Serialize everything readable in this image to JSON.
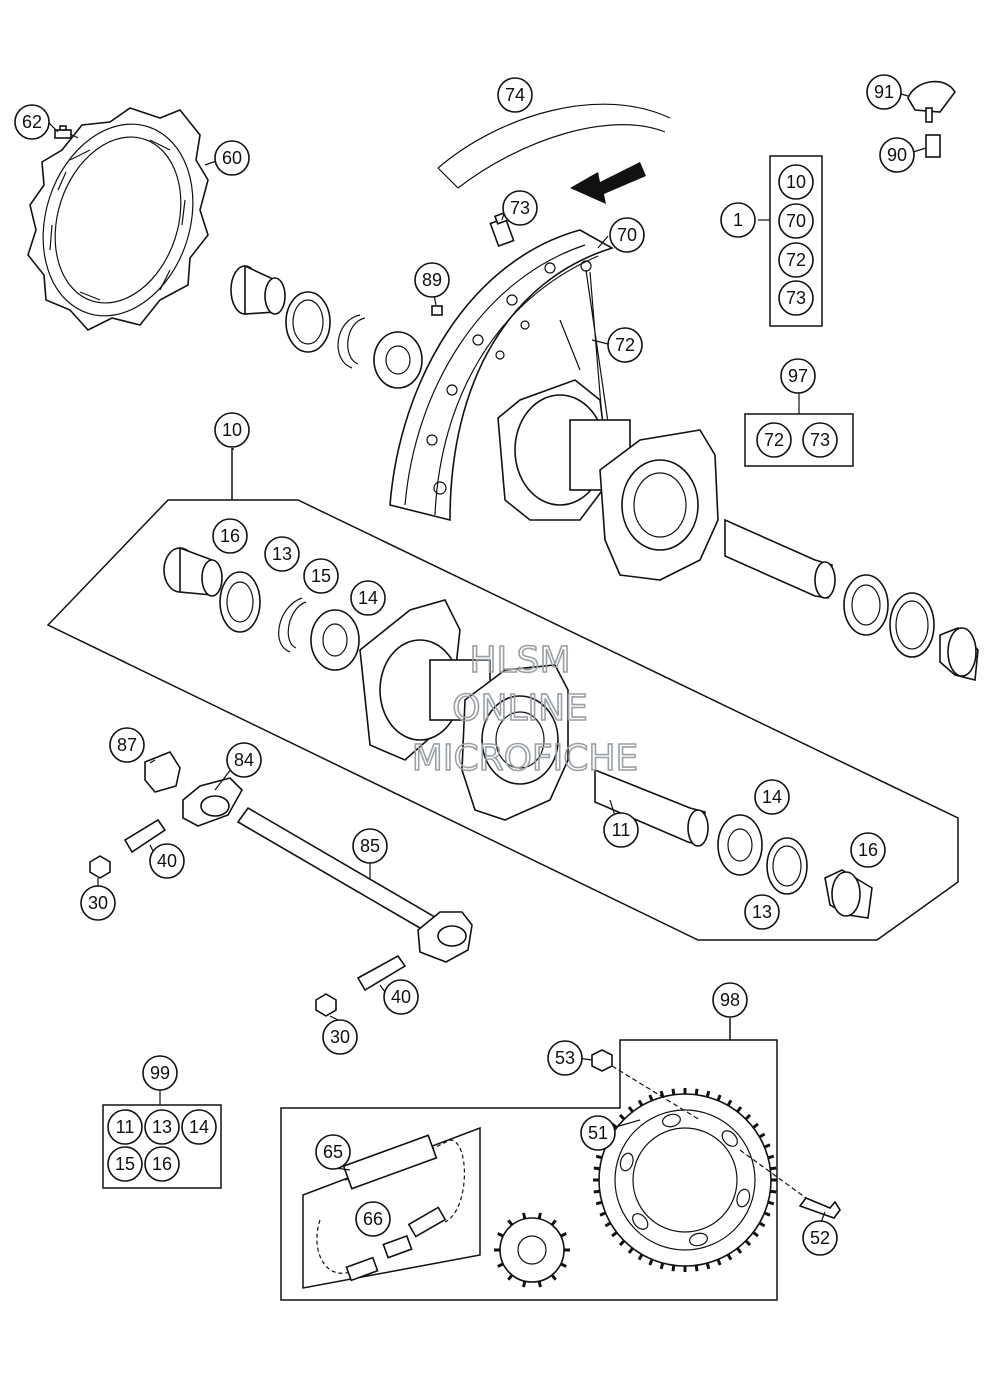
{
  "callouts": {
    "c62": "62",
    "c60": "60",
    "c74": "74",
    "c73a": "73",
    "c70": "70",
    "c89": "89",
    "c72a": "72",
    "c91": "91",
    "c90": "90",
    "c1": "1",
    "c10box": "10",
    "c70box": "70",
    "c72box": "72",
    "c73box": "73",
    "c97": "97",
    "c97a": "72",
    "c97b": "73",
    "c10": "10",
    "c16a": "16",
    "c13a": "13",
    "c15": "15",
    "c14a": "14",
    "c11": "11",
    "c14b": "14",
    "c16b": "16",
    "c13b": "13",
    "c87": "87",
    "c84": "84",
    "c40a": "40",
    "c30a": "30",
    "c85": "85",
    "c40b": "40",
    "c30b": "30",
    "c98": "98",
    "c53": "53",
    "c51": "51",
    "c52": "52",
    "c65": "65",
    "c66": "66",
    "c99": "99",
    "c99a": "11",
    "c99b": "13",
    "c99c": "14",
    "c99d": "15",
    "c99e": "16"
  },
  "watermark": {
    "line1": "HLSM",
    "line2": "ONLINE",
    "line3": "MICROFICHE"
  }
}
